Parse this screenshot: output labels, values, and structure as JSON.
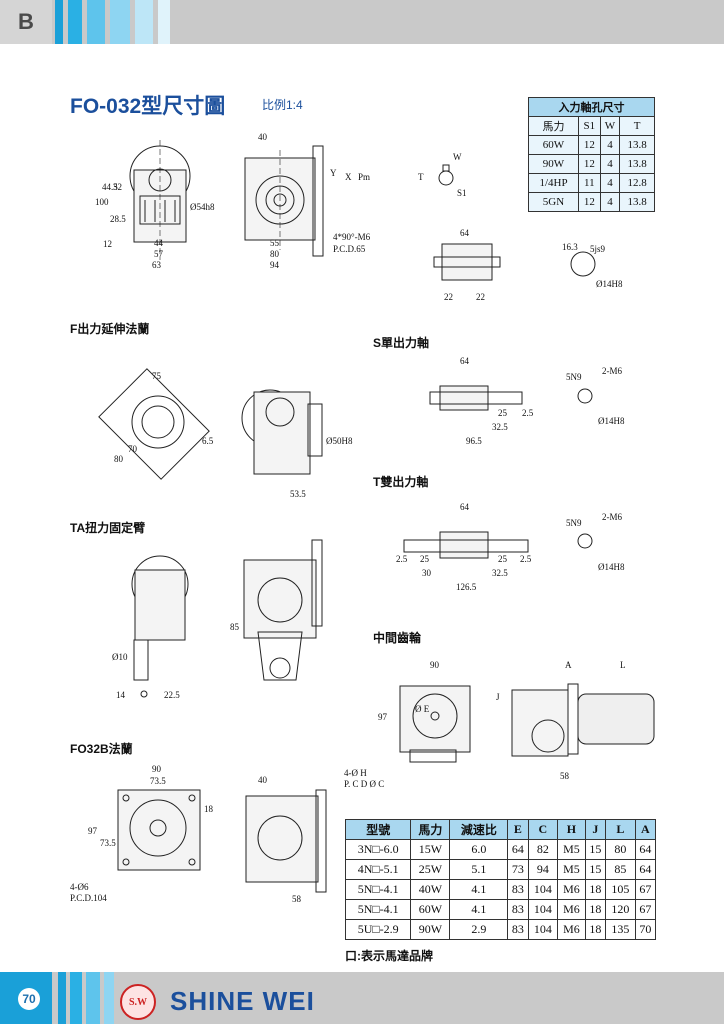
{
  "header": {
    "section_letter": "B"
  },
  "title": "FO-032型尺寸圖",
  "scale": "比例1:4",
  "sections": {
    "f_flange": "F出力延伸法蘭",
    "s_shaft": "S單出力軸",
    "t_shaft": "T雙出力軸",
    "ta_arm": "TA扭力固定臂",
    "middle_gear": "中間齒輪",
    "fo32b_flange": "FO32B法蘭"
  },
  "input_table": {
    "title": "入力軸孔尺寸",
    "headers": [
      "馬力",
      "S1",
      "W",
      "T"
    ],
    "rows": [
      [
        "60W",
        "12",
        "4",
        "13.8"
      ],
      [
        "90W",
        "12",
        "4",
        "13.8"
      ],
      [
        "1/4HP",
        "11",
        "4",
        "12.8"
      ],
      [
        "5GN",
        "12",
        "4",
        "13.8"
      ]
    ]
  },
  "spec_table": {
    "headers": [
      "型號",
      "馬力",
      "減速比",
      "E",
      "C",
      "H",
      "J",
      "L",
      "A"
    ],
    "rows": [
      [
        "3N□-6.0",
        "15W",
        "6.0",
        "64",
        "82",
        "M5",
        "15",
        "80",
        "64"
      ],
      [
        "4N□-5.1",
        "25W",
        "5.1",
        "73",
        "94",
        "M5",
        "15",
        "85",
        "64"
      ],
      [
        "5N□-4.1",
        "40W",
        "4.1",
        "83",
        "104",
        "M6",
        "18",
        "105",
        "67"
      ],
      [
        "5N□-4.1",
        "60W",
        "4.1",
        "83",
        "104",
        "M6",
        "18",
        "120",
        "67"
      ],
      [
        "5U□-2.9",
        "90W",
        "2.9",
        "83",
        "104",
        "M6",
        "18",
        "135",
        "70"
      ]
    ]
  },
  "note": "口:表示馬達品牌",
  "footer": {
    "page": "70",
    "logo_text": "S.W",
    "brand": "SHINE WEI"
  },
  "dims": {
    "main": [
      "40",
      "100",
      "44.5",
      "32",
      "28.5",
      "12",
      "Ø54h8",
      "44",
      "57",
      "63",
      "55",
      "80",
      "94",
      "Y",
      "X",
      "Pm",
      "4*90°-M6",
      "P.C.D.65"
    ],
    "key1": [
      "W",
      "T",
      "S1"
    ],
    "shaft1": [
      "64",
      "16.3",
      "5js9",
      "Ø14H8",
      "22",
      "22"
    ],
    "f_flange": [
      "75",
      "70",
      "80",
      "6.5",
      "Ø50H8",
      "53.5"
    ],
    "s_shaft": [
      "64",
      "25",
      "2.5",
      "32.5",
      "96.5",
      "5N9",
      "2-M6",
      "Ø14H8"
    ],
    "t_shaft": [
      "64",
      "2.5",
      "25",
      "25",
      "2.5",
      "30",
      "32.5",
      "126.5",
      "5N9",
      "2-M6",
      "Ø14H8"
    ],
    "ta": [
      "85",
      "Ø10",
      "14",
      "22.5"
    ],
    "mid": [
      "90",
      "97",
      "Ø E",
      "4-Ø H",
      "P. C D Ø C",
      "A",
      "L",
      "J",
      "58"
    ],
    "fo32b": [
      "90",
      "73.5",
      "18",
      "97",
      "73.5",
      "4-Ø6",
      "P.C.D.104",
      "40",
      "58"
    ]
  }
}
